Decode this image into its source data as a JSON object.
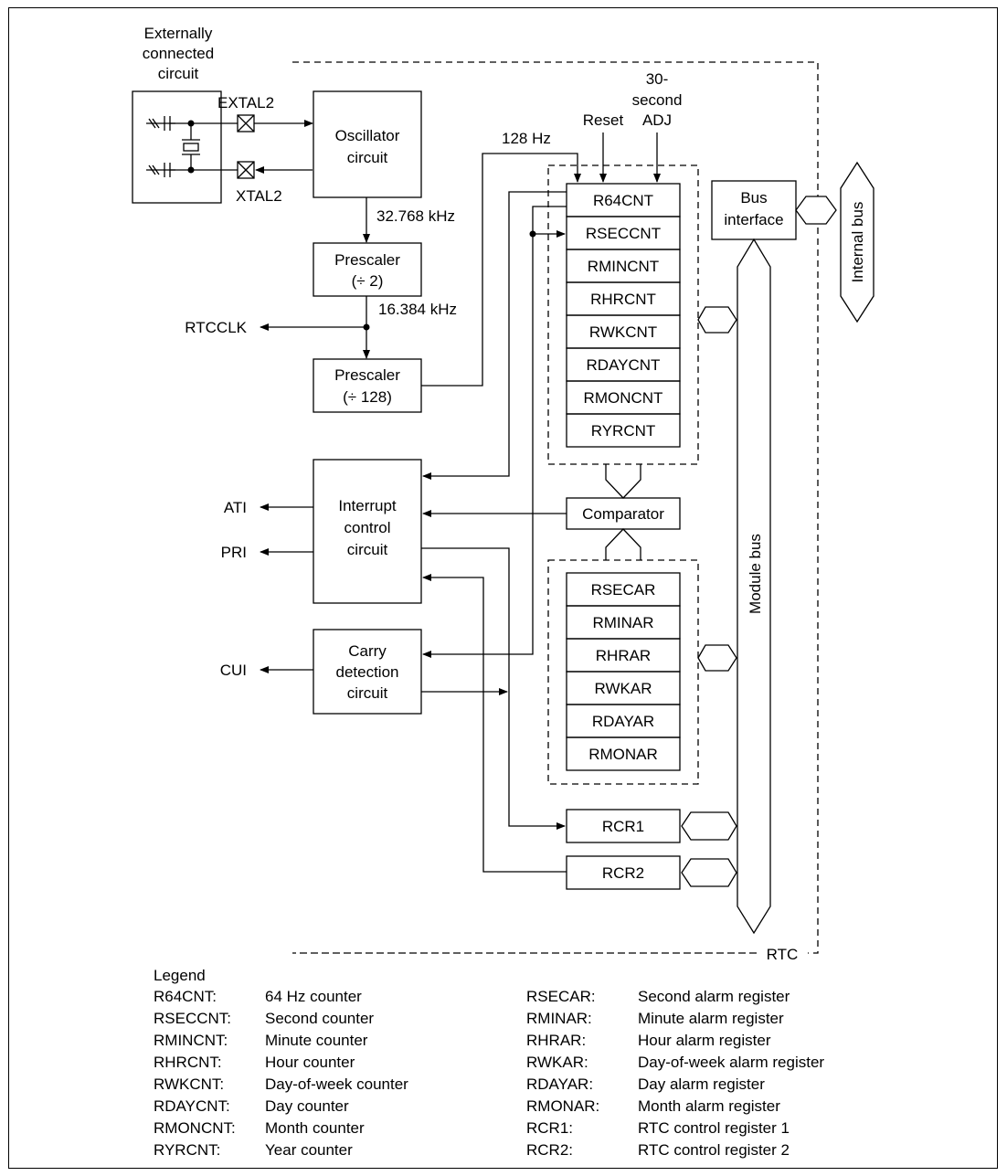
{
  "external": {
    "title_lines": [
      "Externally",
      "connected",
      "circuit"
    ],
    "extal": "EXTAL2",
    "xtal": "XTAL2"
  },
  "blocks": {
    "oscillator": [
      "Oscillator",
      "circuit"
    ],
    "prescaler1": [
      "Prescaler",
      "(÷ 2)"
    ],
    "prescaler2": [
      "Prescaler",
      "(÷ 128)"
    ],
    "interrupt": [
      "Interrupt",
      "control",
      "circuit"
    ],
    "carry": [
      "Carry",
      "detection",
      "circuit"
    ],
    "bus_interface": [
      "Bus",
      "interface"
    ],
    "comparator": "Comparator"
  },
  "signals": {
    "freq1": "32.768 kHz",
    "freq2": "16.384 kHz",
    "hz128": "128 Hz",
    "reset": "Reset",
    "adj": [
      "30-",
      "second",
      "ADJ"
    ],
    "rtcclk": "RTCCLK",
    "ati": "ATI",
    "pri": "PRI",
    "cui": "CUI"
  },
  "counters": [
    "R64CNT",
    "RSECCNT",
    "RMINCNT",
    "RHRCNT",
    "RWKCNT",
    "RDAYCNT",
    "RMONCNT",
    "RYRCNT"
  ],
  "alarms": [
    "RSECAR",
    "RMINAR",
    "RHRAR",
    "RWKAR",
    "RDAYAR",
    "RMONAR"
  ],
  "control_regs": [
    "RCR1",
    "RCR2"
  ],
  "buses": {
    "module": "Module bus",
    "internal": "Internal bus"
  },
  "rtc_label": "RTC",
  "legend": {
    "title": "Legend",
    "left": [
      {
        "abbr": "R64CNT:",
        "desc": "64 Hz counter"
      },
      {
        "abbr": "RSECCNT:",
        "desc": "Second counter"
      },
      {
        "abbr": "RMINCNT:",
        "desc": "Minute counter"
      },
      {
        "abbr": "RHRCNT:",
        "desc": "Hour counter"
      },
      {
        "abbr": "RWKCNT:",
        "desc": "Day-of-week counter"
      },
      {
        "abbr": "RDAYCNT:",
        "desc": "Day counter"
      },
      {
        "abbr": "RMONCNT:",
        "desc": "Month counter"
      },
      {
        "abbr": "RYRCNT:",
        "desc": "Year counter"
      }
    ],
    "right": [
      {
        "abbr": "RSECAR:",
        "desc": "Second alarm register"
      },
      {
        "abbr": "RMINAR:",
        "desc": "Minute alarm register"
      },
      {
        "abbr": "RHRAR:",
        "desc": "Hour alarm register"
      },
      {
        "abbr": "RWKAR:",
        "desc": "Day-of-week alarm register"
      },
      {
        "abbr": "RDAYAR:",
        "desc": "Day alarm register"
      },
      {
        "abbr": "RMONAR:",
        "desc": "Month alarm register"
      },
      {
        "abbr": "RCR1:",
        "desc": "RTC control register 1"
      },
      {
        "abbr": "RCR2:",
        "desc": "RTC control register 2"
      }
    ]
  }
}
